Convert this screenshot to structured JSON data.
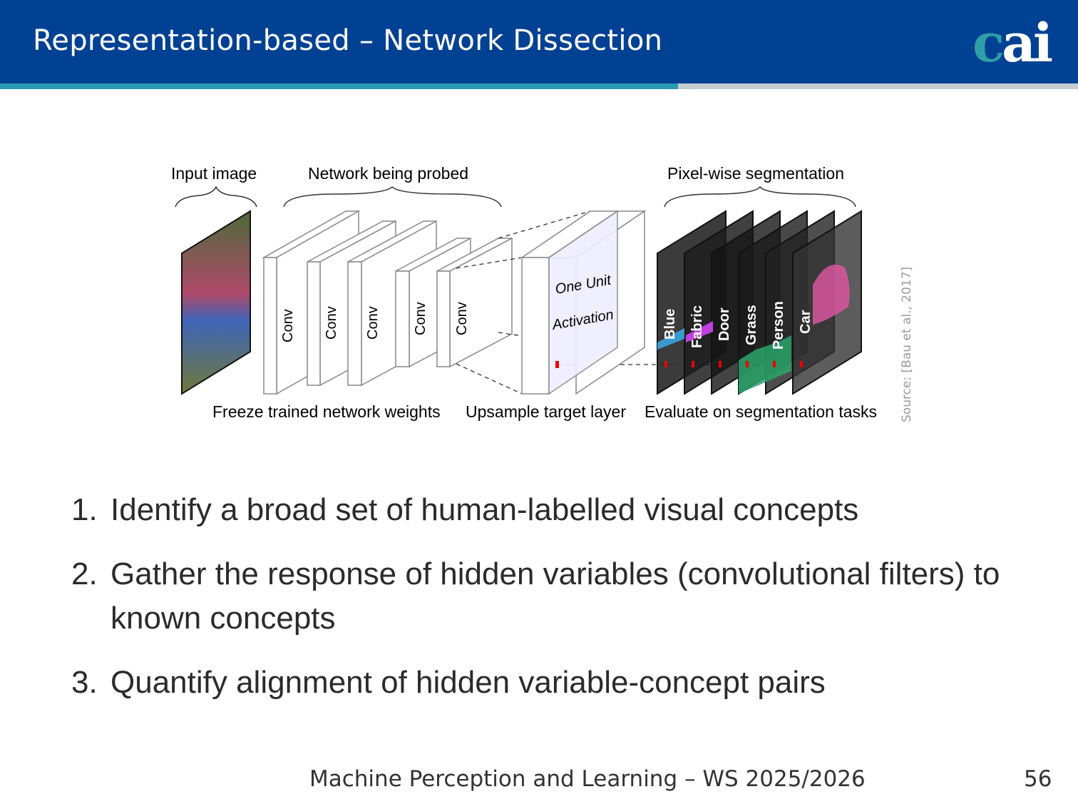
{
  "header": {
    "title": "Representation-based – Network Dissection",
    "logo_text": "cai",
    "colors": {
      "bar": "#004193",
      "accent": "#2b9bb0"
    }
  },
  "figure": {
    "label_input": "Input image",
    "label_network": "Network being probed",
    "label_segmentation": "Pixel-wise segmentation",
    "conv_labels": [
      "Conv",
      "Conv",
      "Conv",
      "Conv",
      "Conv"
    ],
    "unit_label_1": "One Unit",
    "unit_label_2": "Activation",
    "segment_labels": [
      "Blue",
      "Fabric",
      "Door",
      "Grass",
      "Person",
      "Car"
    ],
    "caption_freeze": "Freeze trained network weights",
    "caption_upsample": "Upsample target layer",
    "caption_evaluate": "Evaluate on segmentation tasks",
    "source": "Source: [Bau et al., 2017]"
  },
  "steps": [
    {
      "num": "1.",
      "text": "Identify a broad set of human-labelled visual concepts"
    },
    {
      "num": "2.",
      "text": "Gather the response of hidden variables (convolutional filters) to known concepts"
    },
    {
      "num": "3.",
      "text": "Quantify alignment of hidden variable-concept pairs"
    }
  ],
  "footer": {
    "course": "Machine Perception and Learning – WS 2025/2026",
    "page": "56"
  }
}
